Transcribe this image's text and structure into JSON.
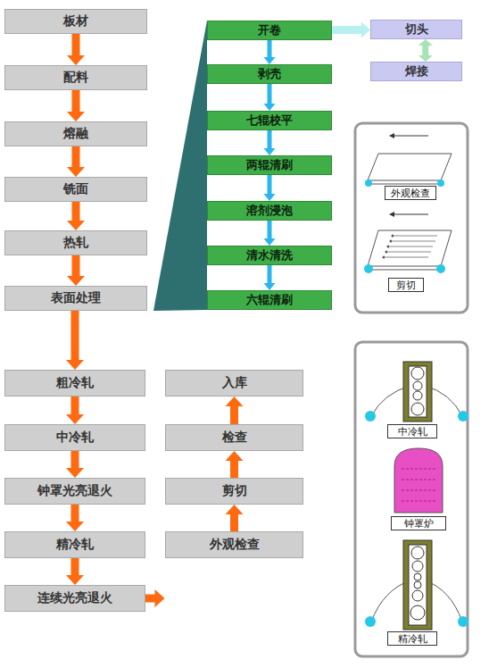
{
  "diagram": {
    "nodes": [
      {
        "text": [
          "板材"
        ]
      },
      {
        "text": [
          "配料"
        ]
      },
      {
        "text": [
          "熔融"
        ]
      },
      {
        "text": [
          "铣面"
        ]
      },
      {
        "text": [
          "热轧"
        ]
      },
      {
        "text": [
          "表面处理"
        ]
      },
      {
        "text": [
          "开卷"
        ]
      },
      {
        "text": [
          "剥壳"
        ]
      },
      {
        "text": [
          "七辊校平"
        ]
      },
      {
        "text": [
          "两辊清刷"
        ]
      },
      {
        "text": [
          "溶剂浸泡"
        ]
      },
      {
        "text": [
          "清水清洗"
        ]
      },
      {
        "text": [
          "六辊清刷"
        ]
      },
      {
        "text": [
          "切头"
        ]
      },
      {
        "text": [
          "焊接"
        ]
      },
      {
        "text": [
          "外观检查"
        ]
      },
      {
        "text": [
          "剪切"
        ]
      },
      {
        "text": [
          "粗冷轧"
        ]
      },
      {
        "text": [
          "中冷轧"
        ]
      },
      {
        "text": [
          "钟罩光亮退火"
        ]
      },
      {
        "text": [
          "精冷轧"
        ]
      },
      {
        "text": [
          "连续光亮退火"
        ]
      },
      {
        "text": [
          "外观检查"
        ]
      },
      {
        "text": [
          "剪切"
        ]
      },
      {
        "text": [
          "检查"
        ]
      },
      {
        "text": [
          "入库"
        ]
      },
      {
        "text": [
          "中冷轧"
        ]
      },
      {
        "text": [
          "钟罩炉"
        ]
      },
      {
        "text": [
          "精冷轧"
        ]
      }
    ],
    "edges": [
      {
        "from": 0,
        "to": 1,
        "arrow": "to"
      },
      {
        "from": 1,
        "to": 2,
        "arrow": "to"
      },
      {
        "from": 2,
        "to": 3,
        "arrow": "to"
      },
      {
        "from": 3,
        "to": 4,
        "arrow": "to"
      },
      {
        "from": 4,
        "to": 5,
        "arrow": "to"
      },
      {
        "from": 5,
        "to": 17,
        "arrow": "to"
      },
      {
        "from": 6,
        "to": 7,
        "arrow": "to"
      },
      {
        "from": 7,
        "to": 8,
        "arrow": "to"
      },
      {
        "from": 8,
        "to": 9,
        "arrow": "to"
      },
      {
        "from": 9,
        "to": 10,
        "arrow": "to"
      },
      {
        "from": 10,
        "to": 11,
        "arrow": "to"
      },
      {
        "from": 11,
        "to": 12,
        "arrow": "to"
      },
      {
        "from": 6,
        "to": 13,
        "arrow": "to"
      },
      {
        "from": 13,
        "to": 14,
        "arrow": "both"
      },
      {
        "from": 17,
        "to": 18,
        "arrow": "to"
      },
      {
        "from": 18,
        "to": 19,
        "arrow": "to"
      },
      {
        "from": 19,
        "to": 20,
        "arrow": "to"
      },
      {
        "from": 20,
        "to": 21,
        "arrow": "to"
      },
      {
        "from": 21,
        "to": 22,
        "arrow": "to"
      },
      {
        "from": 22,
        "to": 23,
        "arrow": "to"
      },
      {
        "from": 23,
        "to": 24,
        "arrow": "to"
      },
      {
        "from": 24,
        "to": 25,
        "arrow": "to"
      }
    ]
  }
}
